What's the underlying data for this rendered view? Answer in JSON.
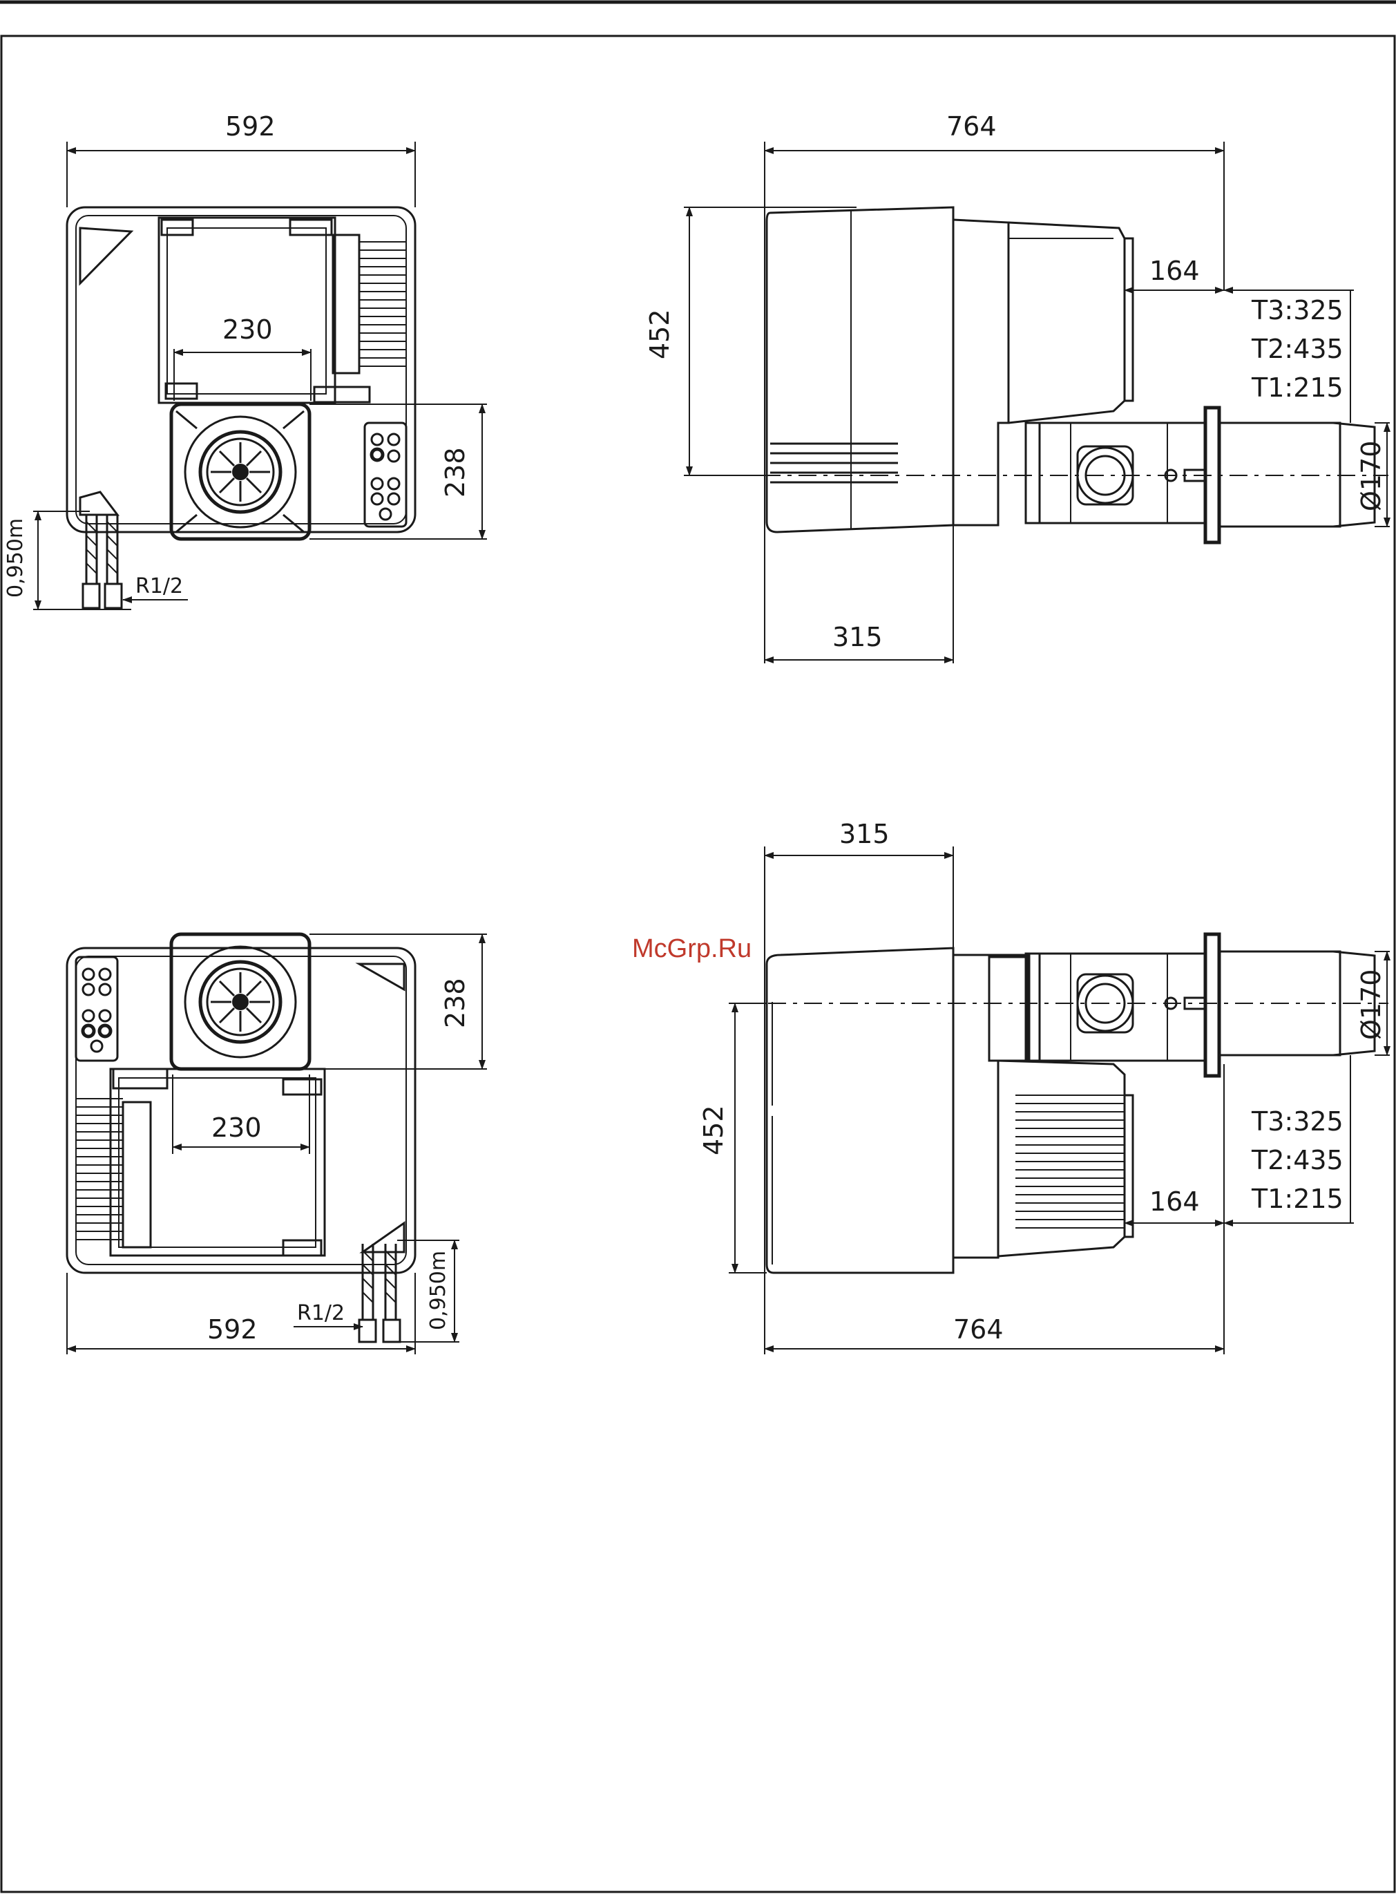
{
  "watermark": "McGrp.Ru",
  "top_left_view": {
    "width_dim": "592",
    "inner_dim": "230",
    "depth_dim": "238",
    "height_dim": "0,950m",
    "thread_label": "R1/2"
  },
  "top_right_view": {
    "length_dim": "764",
    "height_dim": "452",
    "offset_dim": "315",
    "flange_dim": "164",
    "tube_t3": "T3:325",
    "tube_t2": "T2:435",
    "tube_t1": "T1:215",
    "diameter_dim": "Ø170"
  },
  "bottom_left_view": {
    "width_dim": "592",
    "inner_dim": "230",
    "depth_dim": "238",
    "height_dim": "0,950m",
    "thread_label": "R1/2"
  },
  "bottom_right_view": {
    "length_dim": "764",
    "height_dim": "452",
    "offset_dim": "315",
    "flange_dim": "164",
    "tube_t3": "T3:325",
    "tube_t2": "T2:435",
    "tube_t1": "T1:215",
    "diameter_dim": "Ø170"
  },
  "colors": {
    "ink": "#1a1a1a",
    "watermark": "#c0392b"
  }
}
